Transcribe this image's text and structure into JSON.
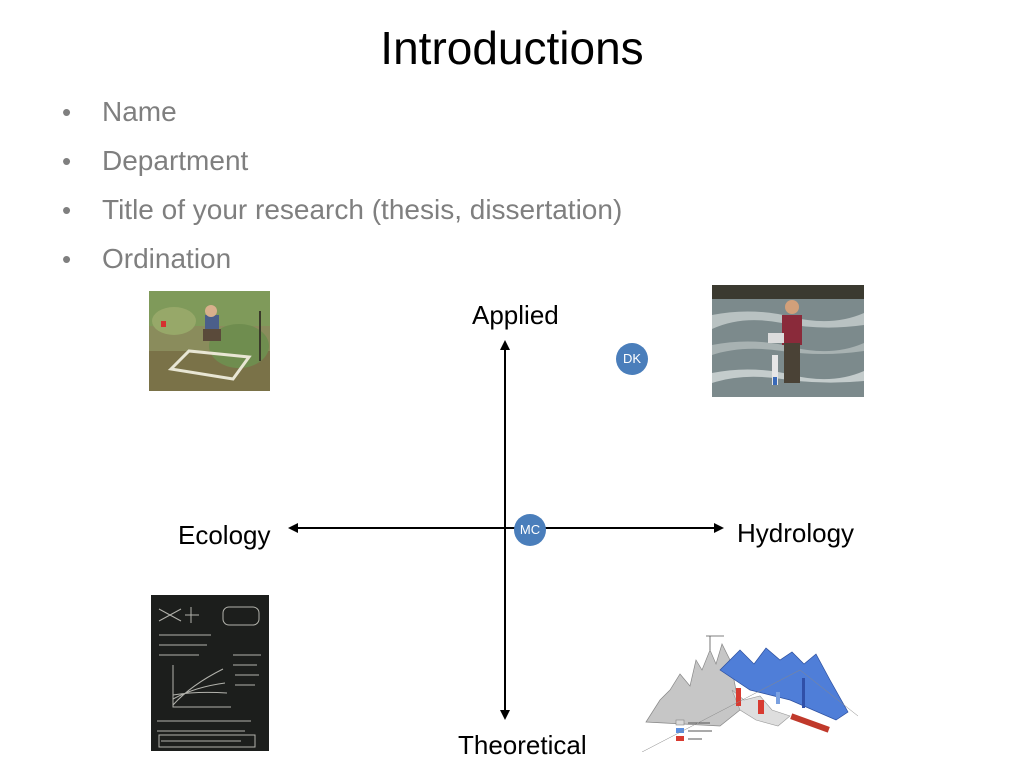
{
  "slide": {
    "title": "Introductions",
    "bullets": [
      "Name",
      "Department",
      "Title of your research (thesis, dissertation)",
      "Ordination"
    ],
    "bullet_glyph": "•"
  },
  "axes": {
    "top": "Applied",
    "bottom": "Theoretical",
    "left": "Ecology",
    "right": "Hydrology"
  },
  "markers": {
    "dk": "DK",
    "mc": "MC"
  },
  "colors": {
    "marker": "#4a7ebb",
    "bullet_text": "#7f7f7f",
    "axis": "#000000"
  },
  "images": {
    "top_left": "field-quadrat-photo",
    "top_right": "stream-sampling-photo",
    "bottom_left": "chalkboard-photo",
    "bottom_right": "3d-surface-plot-image"
  }
}
